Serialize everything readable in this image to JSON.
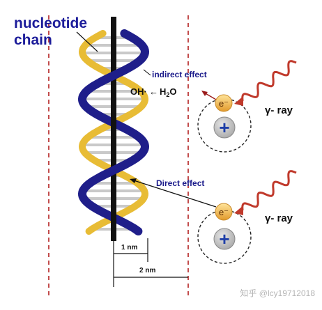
{
  "title_line1": "nucleotide",
  "title_line2": "chain",
  "label_indirect": "indirect effect",
  "label_oh": "OH·",
  "label_arrow_glyph": "←",
  "label_h2o": "H2O",
  "label_direct": "Direct effect",
  "electron_label": "e⁻",
  "proton_label": "+",
  "gamma_label": "γ- ray",
  "scale_1nm": "1 nm",
  "scale_2nm": "2 nm",
  "watermark": "知乎 @lcy19712018",
  "colors": {
    "title": "#1c1c9a",
    "strand_blue": "#1f1e8a",
    "strand_gold": "#e8bc35",
    "rung": "#c9c9c9",
    "axis": "#111111",
    "dashed_line": "#b32020",
    "wave": "#c0392b",
    "electron_fill": "#f0b84a",
    "proton_fill": "#1f3fa8",
    "label_text": "#1a1a8a",
    "black_text": "#111111"
  }
}
